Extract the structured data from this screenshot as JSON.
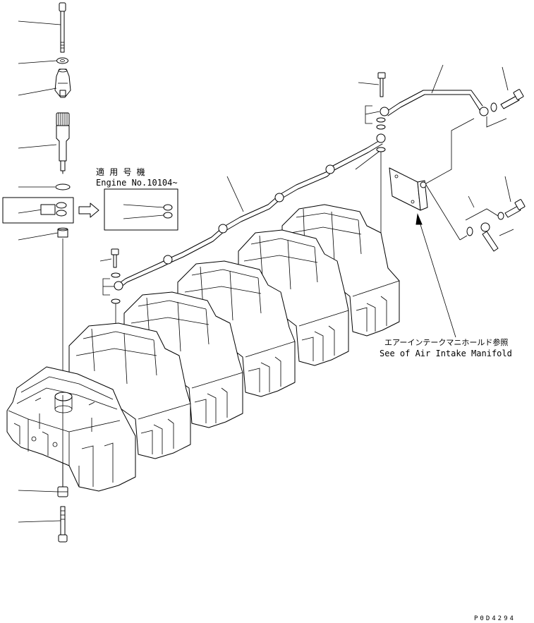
{
  "notes": {
    "applicable_jp": "適 用 号 機",
    "applicable_en": "Engine No.10104~",
    "reference_jp": "エアーインテークマニホールド参照",
    "reference_en": "See of Air Intake Manifold"
  },
  "drawing_number": "P0D4294",
  "colors": {
    "line": "#000000",
    "background": "#ffffff"
  }
}
